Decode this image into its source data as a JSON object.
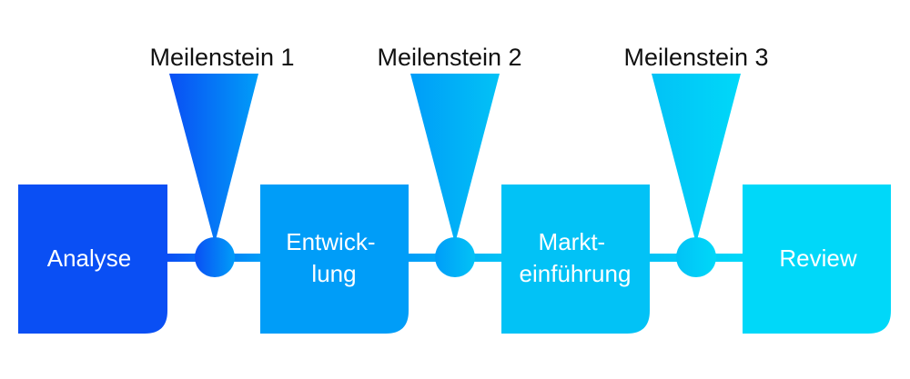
{
  "phases": [
    {
      "line1": "Analyse",
      "line2": "",
      "color": "#0a4ff4"
    },
    {
      "line1": "Entwick-",
      "line2": "lung",
      "color": "#009df8"
    },
    {
      "line1": "Markt-",
      "line2": "einführung",
      "color": "#02c2f6"
    },
    {
      "line1": "Review",
      "line2": "",
      "color": "#00d8f9"
    }
  ],
  "milestones": [
    {
      "label": "Meilenstein 1",
      "color_from": "#0a4ff4",
      "color_to": "#009df8"
    },
    {
      "label": "Meilenstein 2",
      "color_from": "#009df8",
      "color_to": "#02c2f6"
    },
    {
      "label": "Meilenstein 3",
      "color_from": "#02c2f6",
      "color_to": "#00d8f9"
    }
  ]
}
